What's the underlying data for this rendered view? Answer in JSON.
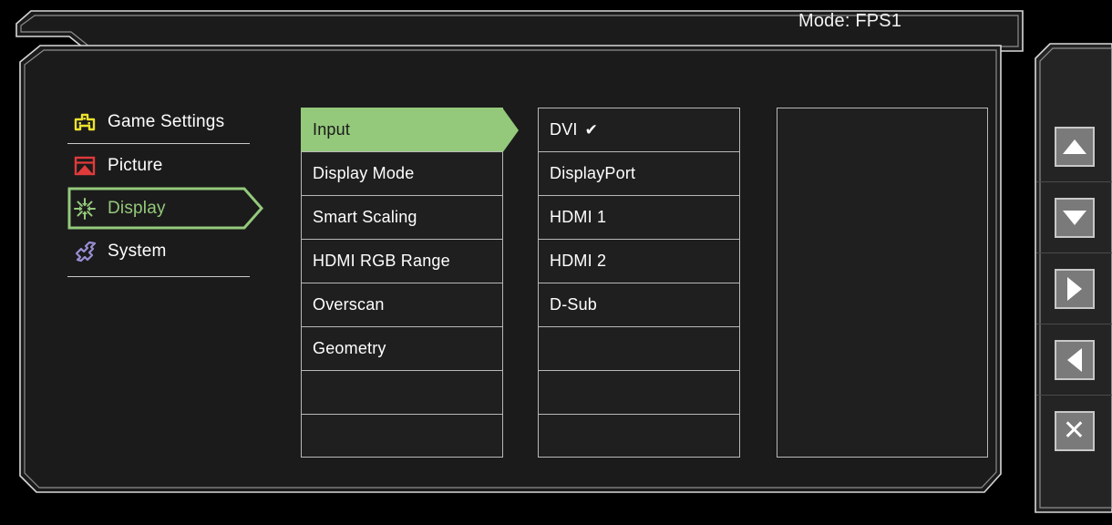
{
  "header": {
    "mode_label": "Mode: FPS1"
  },
  "sidebar": {
    "items": [
      {
        "label": "Game Settings",
        "icon": "gamepad-icon",
        "color": "#ece22e",
        "active": false
      },
      {
        "label": "Picture",
        "icon": "picture-icon",
        "color": "#e03a3a",
        "active": false
      },
      {
        "label": "Display",
        "icon": "display-scale-icon",
        "color": "#94c97b",
        "active": true
      },
      {
        "label": "System",
        "icon": "wrench-icon",
        "color": "#9a8fd4",
        "active": false
      }
    ]
  },
  "menu_column": {
    "items": [
      {
        "label": "Input",
        "selected": true
      },
      {
        "label": "Display Mode",
        "selected": false
      },
      {
        "label": "Smart Scaling",
        "selected": false
      },
      {
        "label": "HDMI RGB Range",
        "selected": false
      },
      {
        "label": "Overscan",
        "selected": false
      },
      {
        "label": "Geometry",
        "selected": false
      },
      {
        "label": "",
        "selected": false
      },
      {
        "label": "",
        "selected": false
      }
    ]
  },
  "options_column": {
    "items": [
      {
        "label": "DVI",
        "checked": true
      },
      {
        "label": "DisplayPort",
        "checked": false
      },
      {
        "label": "HDMI 1",
        "checked": false
      },
      {
        "label": "HDMI 2",
        "checked": false
      },
      {
        "label": "D-Sub",
        "checked": false
      },
      {
        "label": "",
        "checked": false
      },
      {
        "label": "",
        "checked": false
      },
      {
        "label": "",
        "checked": false
      }
    ],
    "check_glyph": "✔"
  },
  "key_rail": {
    "keys": [
      {
        "name": "up-arrow-button",
        "glyph": "▲"
      },
      {
        "name": "down-arrow-button",
        "glyph": "▼"
      },
      {
        "name": "right-arrow-button",
        "glyph": "▶"
      },
      {
        "name": "left-arrow-button",
        "glyph": "◀"
      },
      {
        "name": "close-button",
        "glyph": "✕"
      }
    ]
  },
  "colors": {
    "accent_green": "#94c97b",
    "panel_bg": "#1f1f1f",
    "border": "#b8b8b8",
    "text": "#ffffff"
  }
}
